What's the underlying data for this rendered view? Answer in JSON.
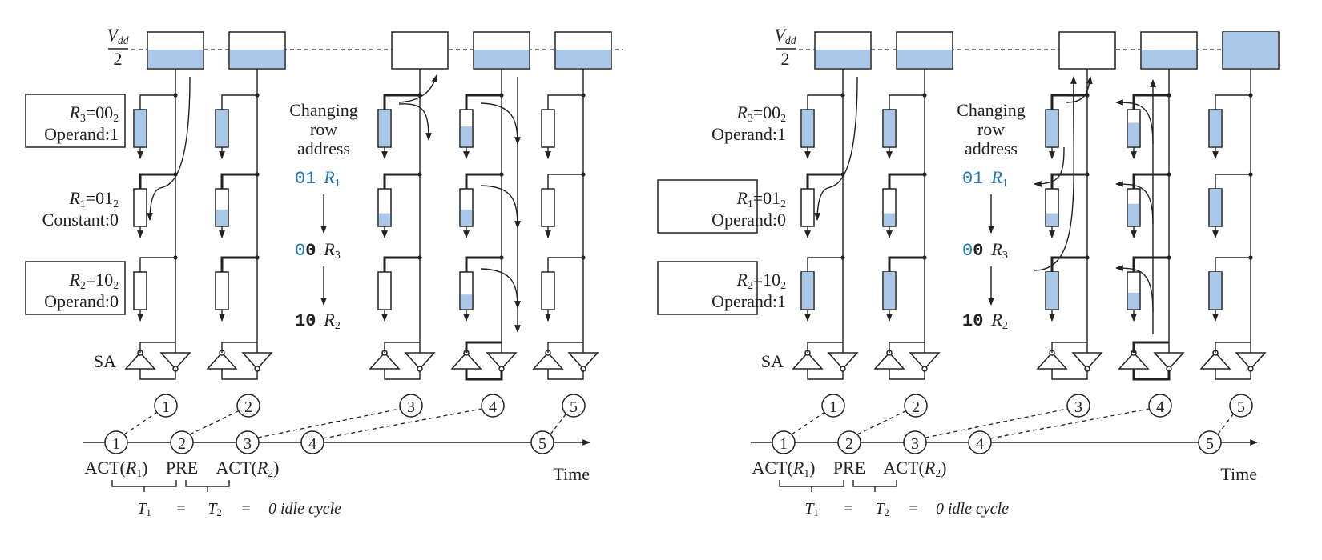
{
  "vdd_label": {
    "v": "V",
    "dd": "dd",
    "den": "2"
  },
  "sa_label": "SA",
  "changing_label": [
    "Changing",
    "row",
    "address"
  ],
  "panels": [
    {
      "rows": [
        {
          "name": "R",
          "sub": "3",
          "value": "=00",
          "vsub": "2",
          "role": "Operand:1",
          "boxed": true
        },
        {
          "name": "R",
          "sub": "1",
          "value": "=01",
          "vsub": "2",
          "role": "Constant:0",
          "boxed": false
        },
        {
          "name": "R",
          "sub": "2",
          "value": "=10",
          "vsub": "2",
          "role": "Operand:0",
          "boxed": true
        }
      ],
      "seq": [
        {
          "bits_lead": "01",
          "bits_rest": "",
          "reg": "R",
          "sub": "1",
          "highlight": true
        },
        {
          "bits_lead": "0",
          "bits_rest": "0",
          "reg": "R",
          "sub": "3",
          "highlight": false
        },
        {
          "bits_lead": "",
          "bits_rest": "10",
          "reg": "R",
          "sub": "2",
          "highlight": false
        }
      ]
    },
    {
      "rows": [
        {
          "name": "R",
          "sub": "3",
          "value": "=00",
          "vsub": "2",
          "role": "Operand:1",
          "boxed": false
        },
        {
          "name": "R",
          "sub": "1",
          "value": "=01",
          "vsub": "2",
          "role": "Operand:0",
          "boxed": true
        },
        {
          "name": "R",
          "sub": "2",
          "value": "=10",
          "vsub": "2",
          "role": "Operand:1",
          "boxed": true
        }
      ],
      "seq": [
        {
          "bits_lead": "01",
          "bits_rest": "",
          "reg": "R",
          "sub": "1",
          "highlight": true
        },
        {
          "bits_lead": "0",
          "bits_rest": "0",
          "reg": "R",
          "sub": "3",
          "highlight": false
        },
        {
          "bits_lead": "",
          "bits_rest": "10",
          "reg": "R",
          "sub": "2",
          "highlight": false
        }
      ]
    }
  ],
  "step_numbers": [
    "1",
    "2",
    "3",
    "4",
    "5"
  ],
  "timeline": {
    "act1": "ACT(",
    "act1_reg": "R",
    "act1_sub": "1",
    "close": ")",
    "pre": "PRE",
    "act2": "ACT(",
    "act2_reg": "R",
    "act2_sub": "2",
    "time_label": "Time",
    "t1": "T",
    "t1_sub": "1",
    "eq": "=",
    "t2": "T",
    "t2_sub": "2",
    "idle": "0 idle cycle"
  },
  "colors": {
    "fill": "#a9c8e8",
    "accent": "#1f78b4",
    "ink": "#222222"
  }
}
